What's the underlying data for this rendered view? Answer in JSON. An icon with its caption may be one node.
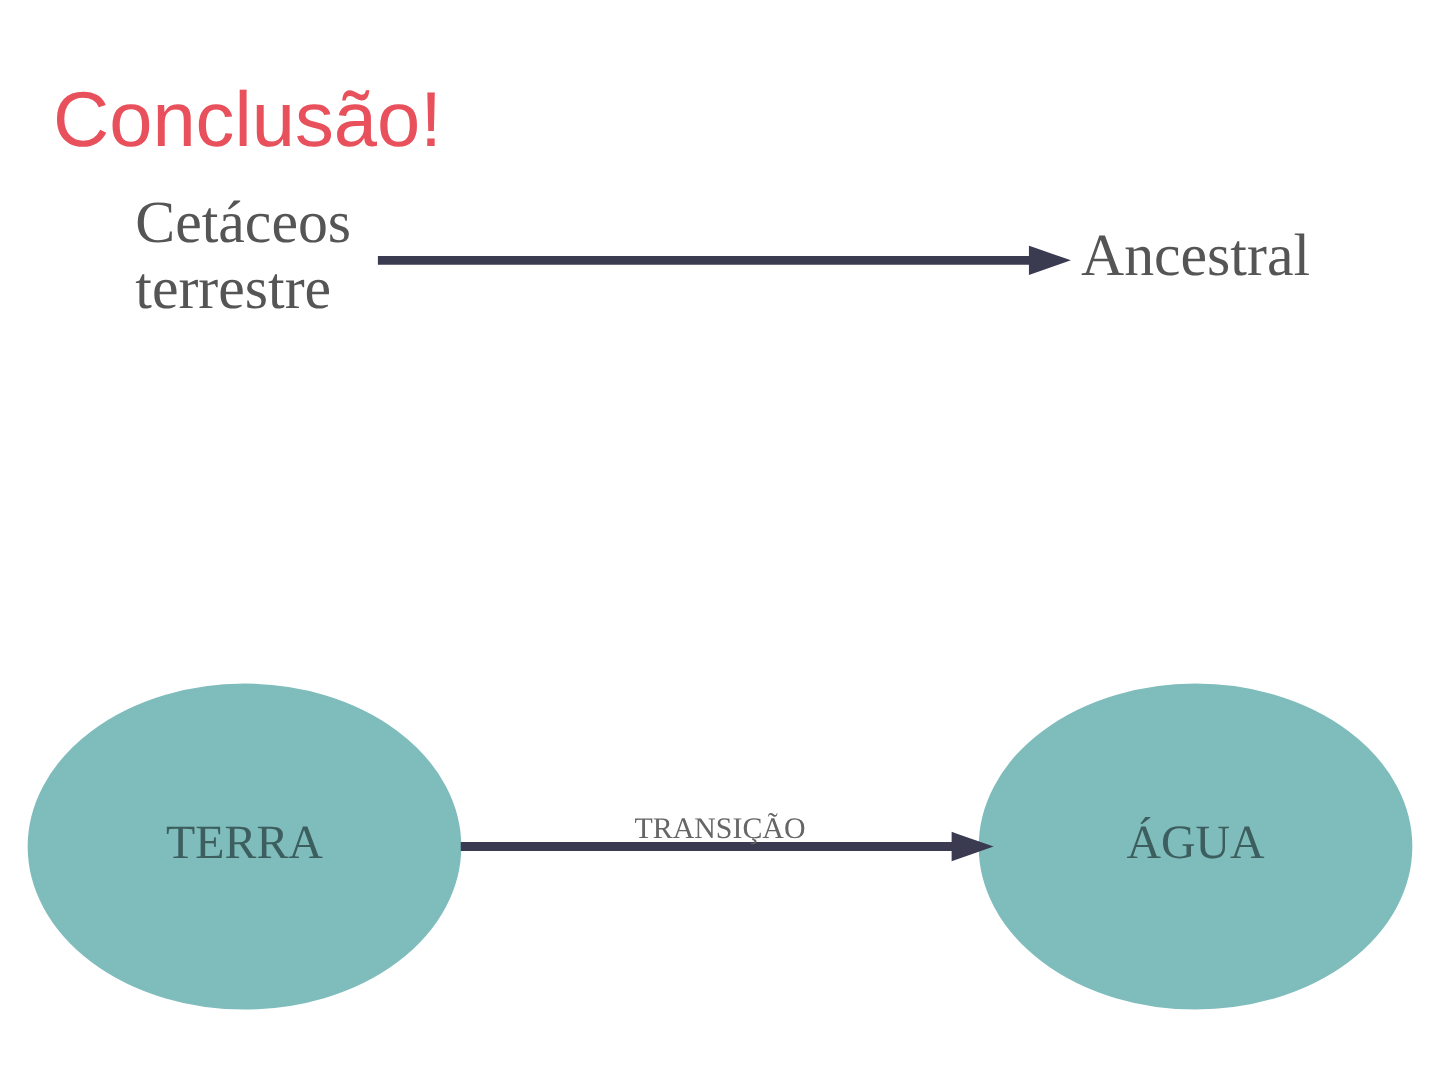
{
  "diagram": {
    "title": "Conclusão!",
    "nodes": [
      {
        "text": [
          "Cetáceos terrestre"
        ]
      },
      {
        "text": [
          "Ancestral"
        ]
      },
      {
        "text": [
          "TERRA"
        ]
      },
      {
        "text": [
          "ÁGUA"
        ]
      }
    ],
    "edges": [
      {
        "from": 0,
        "to": 1,
        "arrow": "to"
      },
      {
        "from": 2,
        "to": 3,
        "arrow": "to",
        "label": "TRANSIÇÃO"
      }
    ]
  }
}
